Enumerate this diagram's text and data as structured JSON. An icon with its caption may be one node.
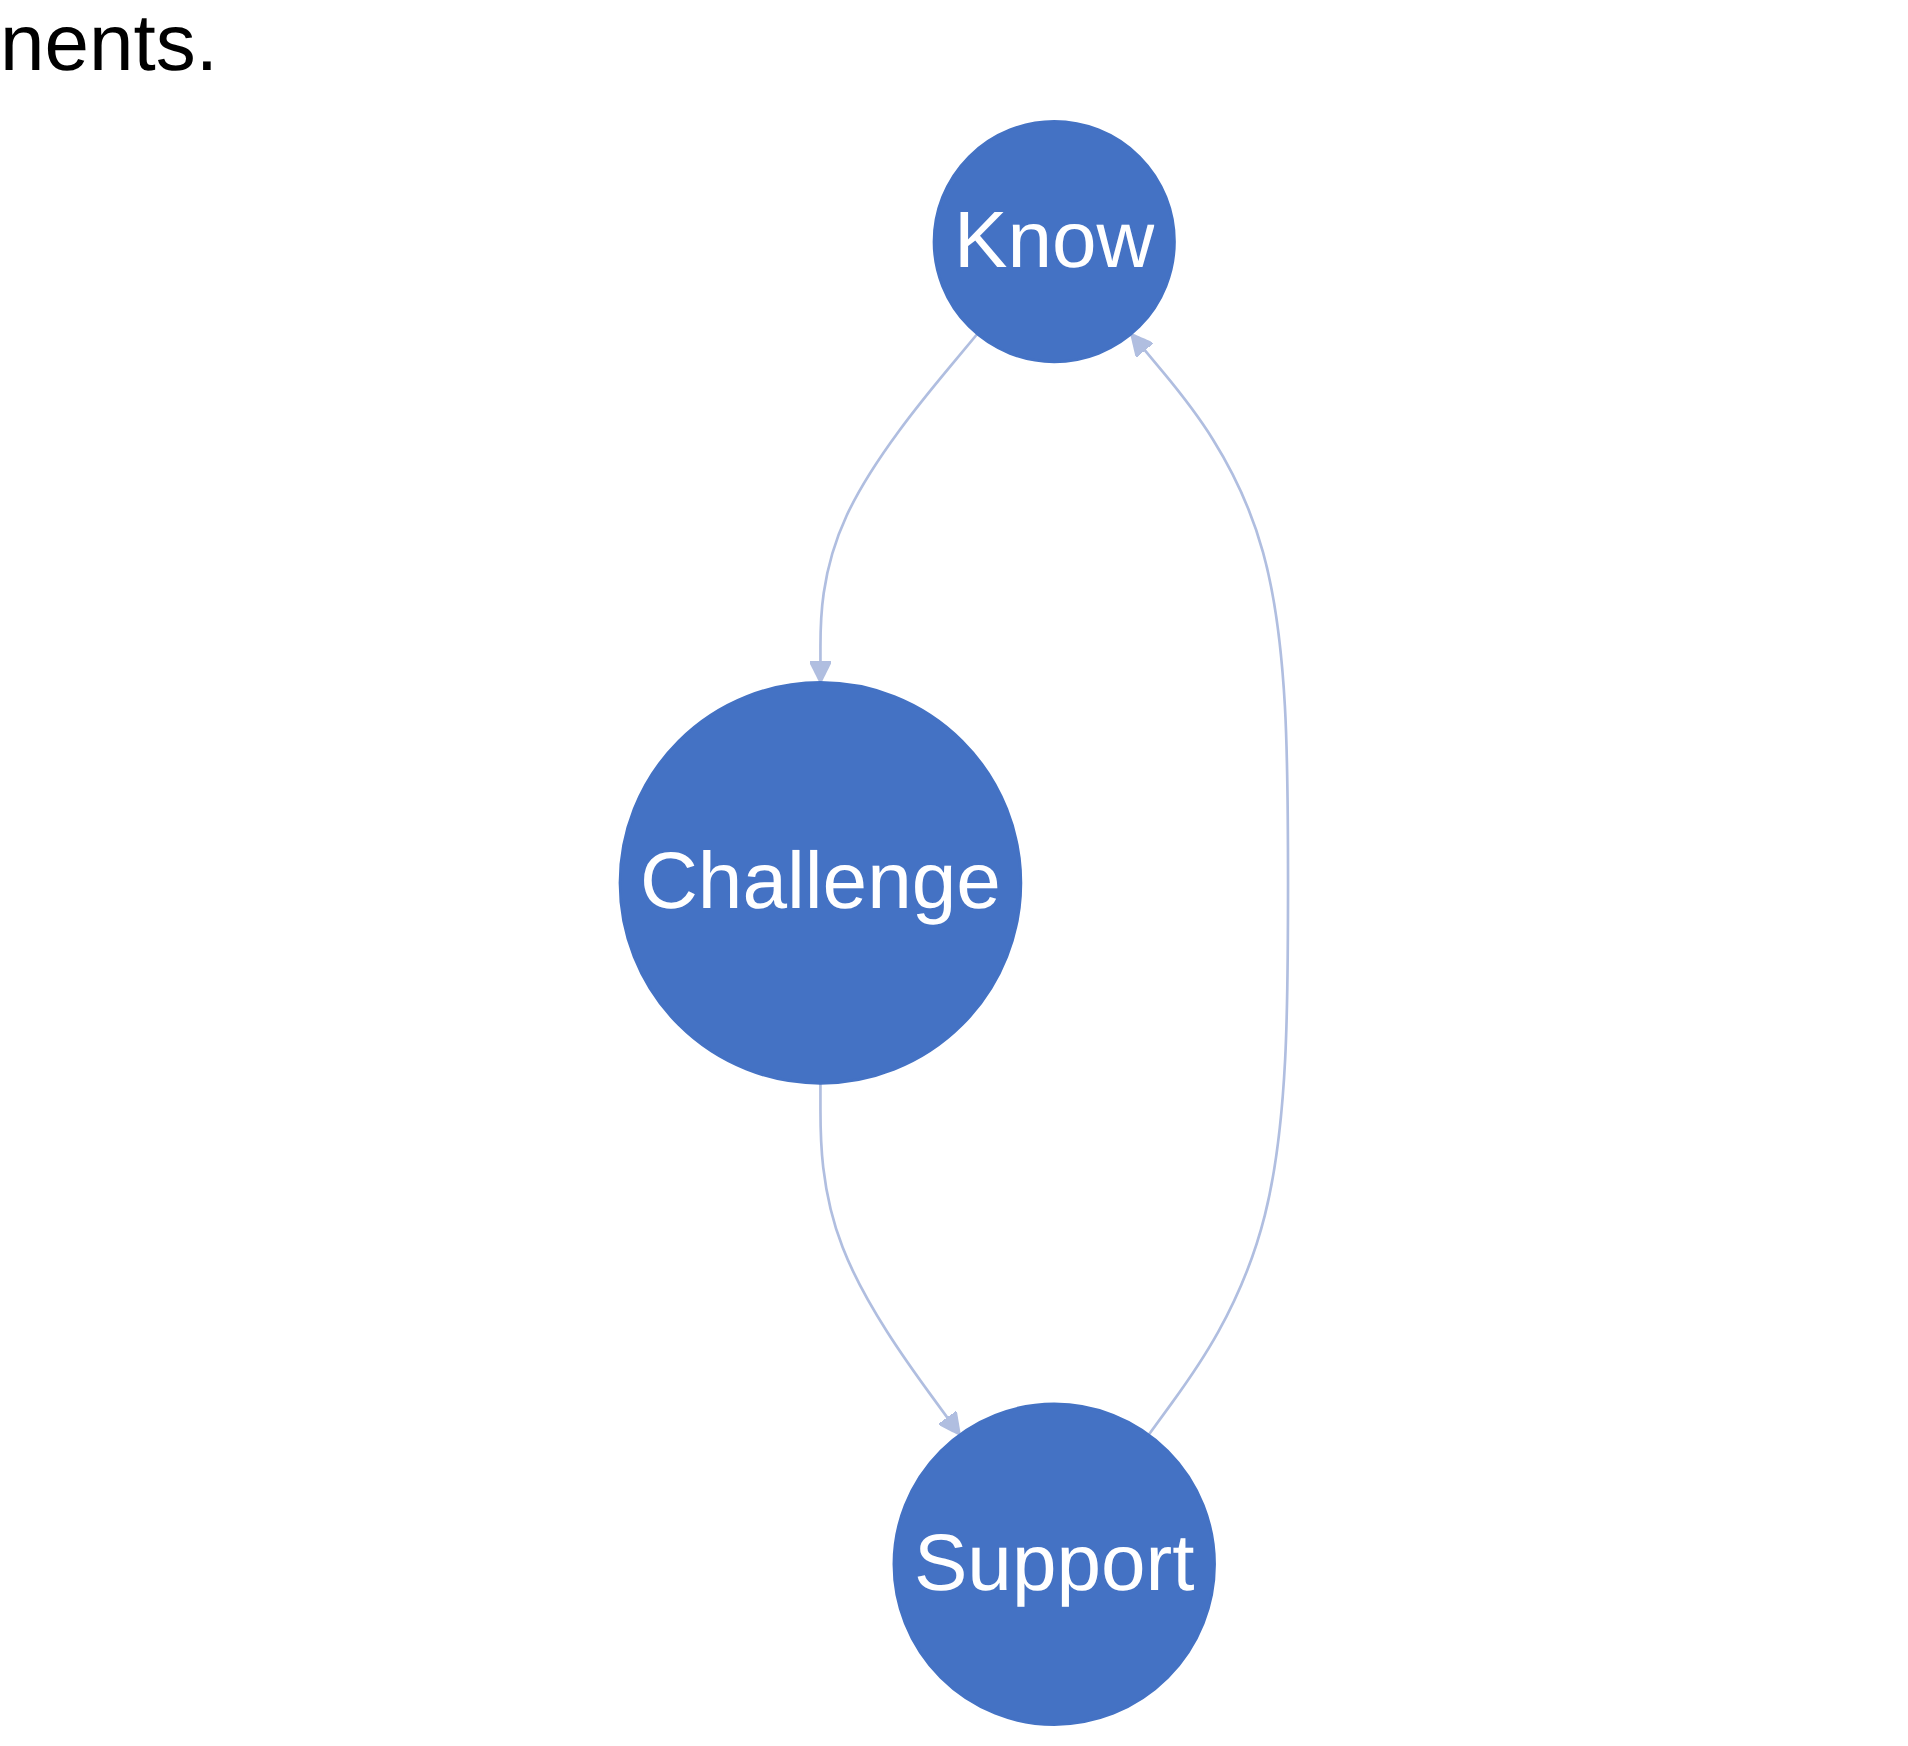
{
  "diagram": {
    "nodes": [
      {
        "text": [
          "Know"
        ]
      },
      {
        "text": [
          "Challenge"
        ]
      },
      {
        "text": [
          "Support"
        ]
      }
    ],
    "edges": [
      {
        "from": 0,
        "to": 1,
        "arrow": "to",
        "color": "#b0bee0"
      },
      {
        "from": 1,
        "to": 2,
        "arrow": "to",
        "color": "#b0bee0"
      },
      {
        "from": 2,
        "to": 0,
        "arrow": "to",
        "color": "#b0bee0"
      }
    ],
    "labels": [
      "nents."
    ]
  }
}
